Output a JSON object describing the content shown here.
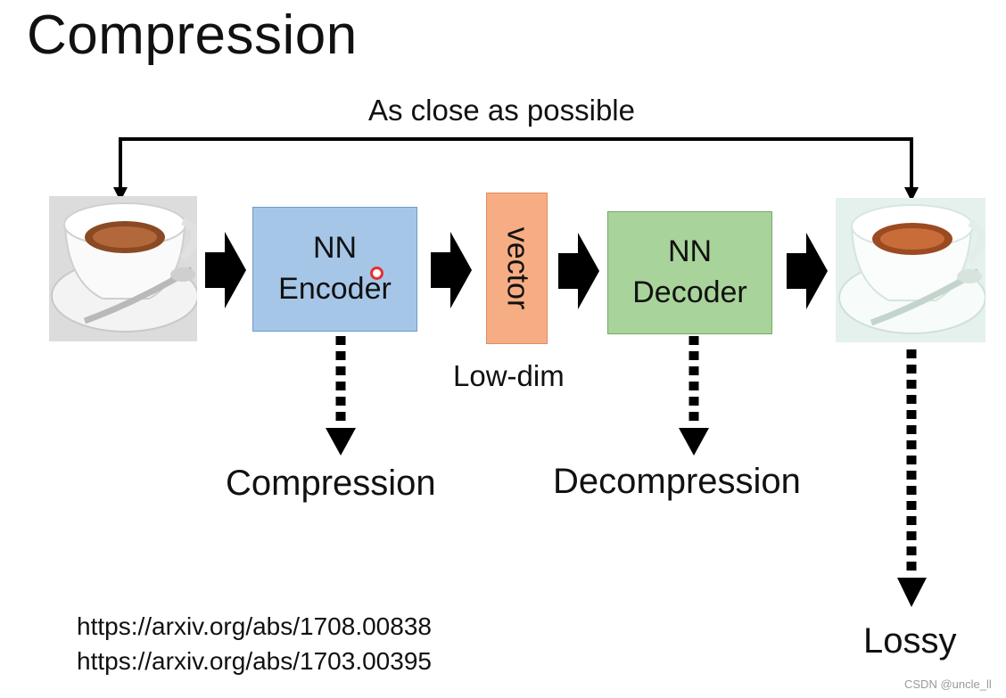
{
  "title": "Compression",
  "feedback_label": "As close as possible",
  "encoder_label": [
    "NN",
    "Encoder"
  ],
  "vector_label": "vector",
  "decoder_label": [
    "NN",
    "Decoder"
  ],
  "lowdim_label": "Low-dim",
  "compression_label": "Compression",
  "decompression_label": "Decompression",
  "lossy_label": "Lossy",
  "references": [
    "https://arxiv.org/abs/1708.00838",
    "https://arxiv.org/abs/1703.00395"
  ],
  "watermark": "CSDN @uncle_ll",
  "colors": {
    "encoder": "#a6c6e8",
    "vector": "#f6ad84",
    "decoder": "#a8d39a",
    "arrow": "#000000"
  }
}
